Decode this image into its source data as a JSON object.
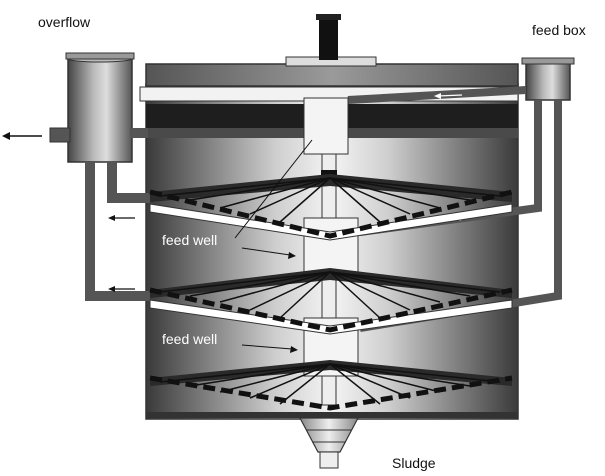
{
  "labels": {
    "overflow": "overflow",
    "feed_box": "feed box",
    "feed_well_upper": "feed well",
    "feed_well_lower": "feed well",
    "sludge": "Sludge"
  },
  "colors": {
    "tank_outline": "#333333",
    "pipe": "#555555",
    "rake": "#222222",
    "shaft": "#eeeeee",
    "label_light": "#ffffff",
    "label_dark": "#111111"
  },
  "icons": {
    "motor": "drive-motor-icon",
    "arrow": "flow-arrow-icon"
  }
}
